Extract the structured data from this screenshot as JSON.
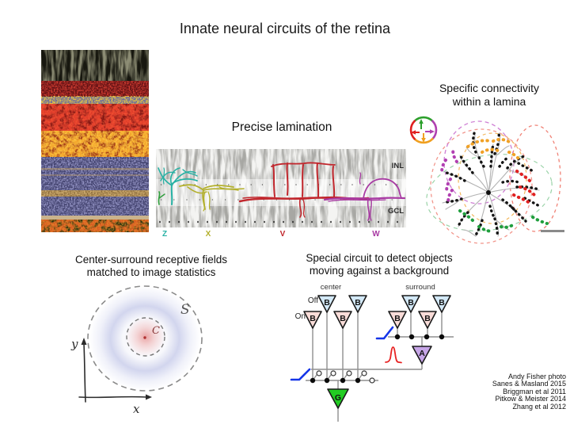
{
  "slide_title": "Innate neural circuits of the retina",
  "panels": {
    "micrograph": {
      "description": "retina-cross-section-fluorescence-photo"
    },
    "lamination": {
      "caption": "Precise lamination",
      "layer_labels": {
        "inl": "INL",
        "gcl": "GCL"
      },
      "cell_labels": {
        "z": "Z",
        "x": "X",
        "v": "V",
        "w": "W"
      },
      "colors": {
        "z": "#27b1a4",
        "x": "#b3b02c",
        "v": "#c1272d",
        "w": "#a83aa3"
      }
    },
    "connectivity": {
      "caption_line1": "Specific connectivity",
      "caption_line2": "within a lamina",
      "direction_arrow_colors": {
        "up": "#2ca02c",
        "right": "#b040b0",
        "down": "#f0a020",
        "left": "#e02020"
      },
      "synapse_dot_colors": {
        "unlabeled": "#141414",
        "orange": "#f0a126",
        "red": "#e02020",
        "green": "#1f9e3c",
        "magenta": "#b13fb1"
      }
    },
    "receptive_field": {
      "caption_line1": "Center-surround receptive fields",
      "caption_line2": "matched to image statistics",
      "labels": {
        "surround": "S",
        "center": "C",
        "x_axis": "x",
        "y_axis": "y"
      }
    },
    "circuit": {
      "caption_line1": "Special circuit to detect objects",
      "caption_line2": "moving against a background",
      "labels": {
        "center": "center",
        "surround": "surround",
        "off": "Off",
        "on": "On",
        "bipolar": "B",
        "amacrine": "A",
        "ganglion": "G"
      },
      "colors": {
        "off_bipolar": "#d3e9f8",
        "on_bipolar": "#f9dcd8",
        "amacrine": "#c7a6e8",
        "ganglion": "#22cc22"
      }
    }
  },
  "credits": [
    "Andy Fisher photo",
    "Sanes & Masland 2015",
    "Briggman et al 2011",
    "Pitkow & Meister 2014",
    "Zhang et al 2012"
  ]
}
